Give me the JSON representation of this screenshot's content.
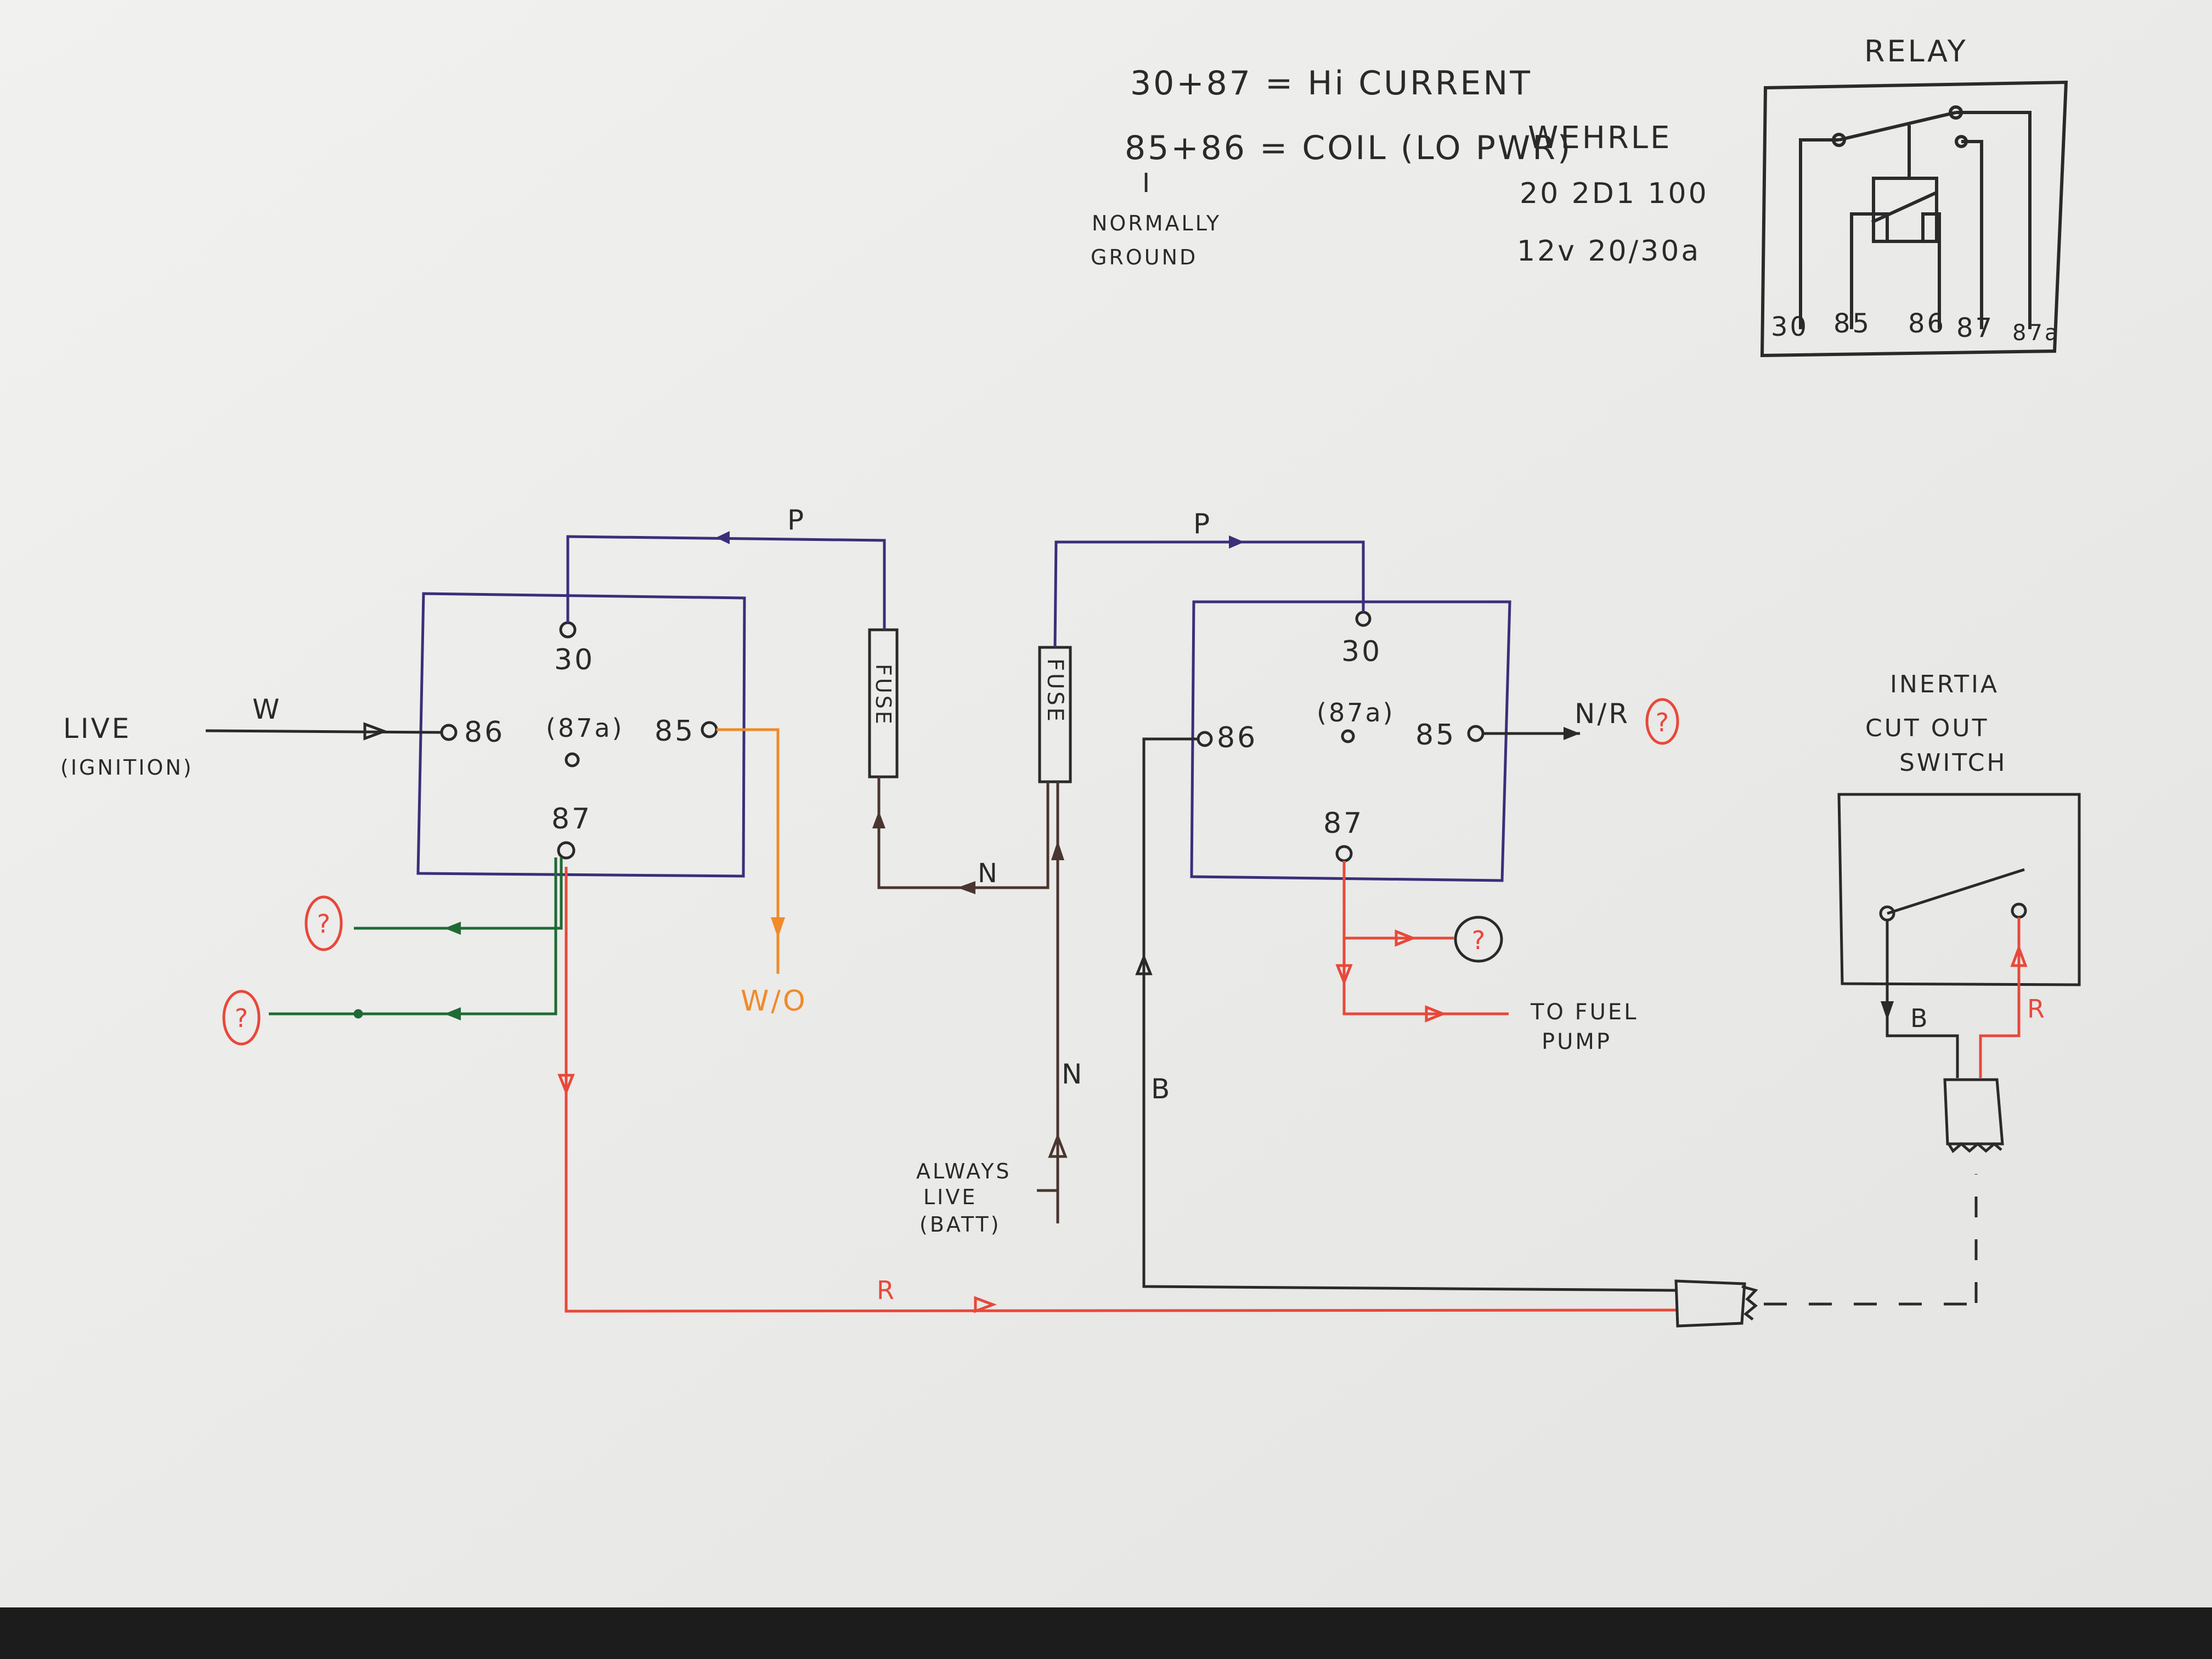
{
  "notes": {
    "line1": "30+87 = Hi CURRENT",
    "line2": "85+86 = COIL (LO PWR)",
    "line2_mark": "I",
    "normally": "NORMALLY",
    "ground": "GROUND",
    "brand": "WEHRLE",
    "part": "20 2D1 100",
    "rating": "12v 20/30a"
  },
  "relay_key": {
    "title": "RELAY",
    "pins": [
      "30",
      "85",
      "86",
      "87",
      "87a"
    ]
  },
  "relay1": {
    "pin_30": "30",
    "pin_86": "86",
    "pin_87a": "(87a)",
    "pin_85": "85",
    "pin_87": "87"
  },
  "relay2": {
    "pin_30": "30",
    "pin_86": "86",
    "pin_87a": "(87a)",
    "pin_85": "85",
    "pin_87": "87"
  },
  "fuses": {
    "left": "FUSE",
    "right": "FUSE"
  },
  "wires": {
    "p_left": "P",
    "p_right": "P",
    "w": "W",
    "n_horizontal": "N",
    "n_vertical": "N",
    "b": "B",
    "r_bottom": "R",
    "w_o": "W/O",
    "n_r": "N/R",
    "b_switch": "B",
    "r_switch": "R"
  },
  "labels": {
    "live": "LIVE",
    "ignition": "(IGNITION)",
    "always": "ALWAYS",
    "always_live": "LIVE",
    "batt": "(BATT)",
    "to_fuel": "TO FUEL",
    "pump": "PUMP",
    "inertia": "INERTIA",
    "cut_out": "CUT OUT",
    "switch": "SWITCH",
    "unknown": "?"
  },
  "colors": {
    "paper": "#eeeeec",
    "ink": "#2a2a2a",
    "purple": "#3a2f7a",
    "green": "#1f6a35",
    "orange": "#f08a2a",
    "red": "#e8483a",
    "brown": "#4a3530"
  }
}
